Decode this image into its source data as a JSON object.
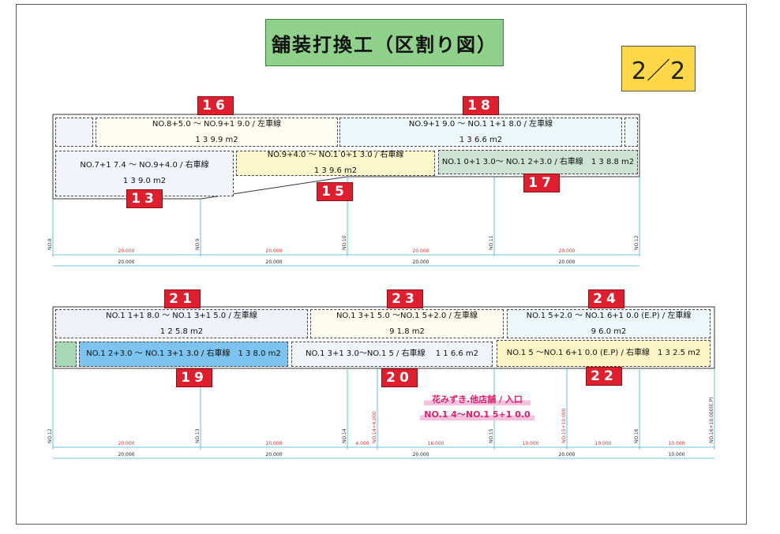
{
  "title": "舗装打換工（区割り図）",
  "page": "2／2",
  "top_areas": [
    {
      "id": "16",
      "line1": "NO.8+5.0 ～ NO.9+1 9.0 / 左車線",
      "line2": "1 3 9.9 m2",
      "color": "#fefdf1"
    },
    {
      "id": "18",
      "line1": "NO.9+1 9.0 ～ NO.1 1+1 8.0 / 左車線",
      "line2": "1 3 6.6 m2",
      "color": "#eef8fb"
    },
    {
      "id": "13",
      "line1": "NO.7+1 7.4 ～ NO.9+4.0 / 右車線",
      "line2": "1 3 9.0 m2",
      "color": "#f1f4f9"
    },
    {
      "id": "15",
      "line1": "NO.9+4.0 ～ NO.1 0+1 3.0 / 右車線",
      "line2": "1 3 9.6 m2",
      "color": "#fbf8cc"
    },
    {
      "id": "17",
      "line1": "NO.1 0+1 3.0～ NO.1 2+3.0 / 右車線　1 3 8.8 m2",
      "line2": "",
      "color": "#cde3d4"
    }
  ],
  "bottom_areas": [
    {
      "id": "21",
      "line1": "NO.1 1+1 8.0 ～ NO.1 3+1 5.0 / 左車線",
      "line2": "1 2 5.8 m2",
      "color": "#eef2f8"
    },
    {
      "id": "23",
      "line1": "NO.1 3+1 5.0 ～NO.1 5+2.0 / 左車線",
      "line2": "9 1.8 m2",
      "color": "#fdfcef"
    },
    {
      "id": "24",
      "line1": "NO.1 5+2.0 ～ NO.1 6+1 0.0 (E.P) / 左車線",
      "line2": "9 6.0 m2",
      "color": "#eef8fb"
    },
    {
      "id": "19",
      "line1": "NO.1 2+3.0 ～ NO.1 3+1 3.0 / 右車線　1 3 8.0 m2",
      "line2": "",
      "color": "#7cc4ef"
    },
    {
      "id": "20",
      "line1": "NO.1 3+1 3.0～NO.1 5 / 右車線　 1 1 6.6 m2",
      "line2": "",
      "color": "#f1f4f9"
    },
    {
      "id": "22",
      "line1": "NO.1 5 ～NO.1 6+1 0.0 (E.P) / 右車線　1 3 2.5 m2",
      "line2": "",
      "color": "#fbf5c5"
    }
  ],
  "top_stations": [
    "NO.8",
    "NO.9",
    "NO.10",
    "NO.11",
    "NO.12"
  ],
  "bottom_stations": [
    "NO.12",
    "NO.13",
    "NO.14",
    "NO.14+4.000",
    "NO.15",
    "NO.15+10.000",
    "NO.16",
    "NO.16+10.000(E.P)"
  ],
  "top_dims_red": [
    "20.000",
    "20.000",
    "20.000",
    "20.000"
  ],
  "top_dims_black": [
    "20.000",
    "20.000",
    "20.000",
    "20.000"
  ],
  "bottom_dims_red": [
    "20.000",
    "20.000",
    "4.000",
    "16.000",
    "10.000",
    "10.000",
    "10.000"
  ],
  "bottom_dims_black": [
    "20.000",
    "20.000",
    "20.000",
    "20.000",
    "10.000"
  ],
  "note": {
    "line1": "花みずき.他店舗 / 入口",
    "line2": "NO.1 4～NO.1 5+1 0.0"
  }
}
